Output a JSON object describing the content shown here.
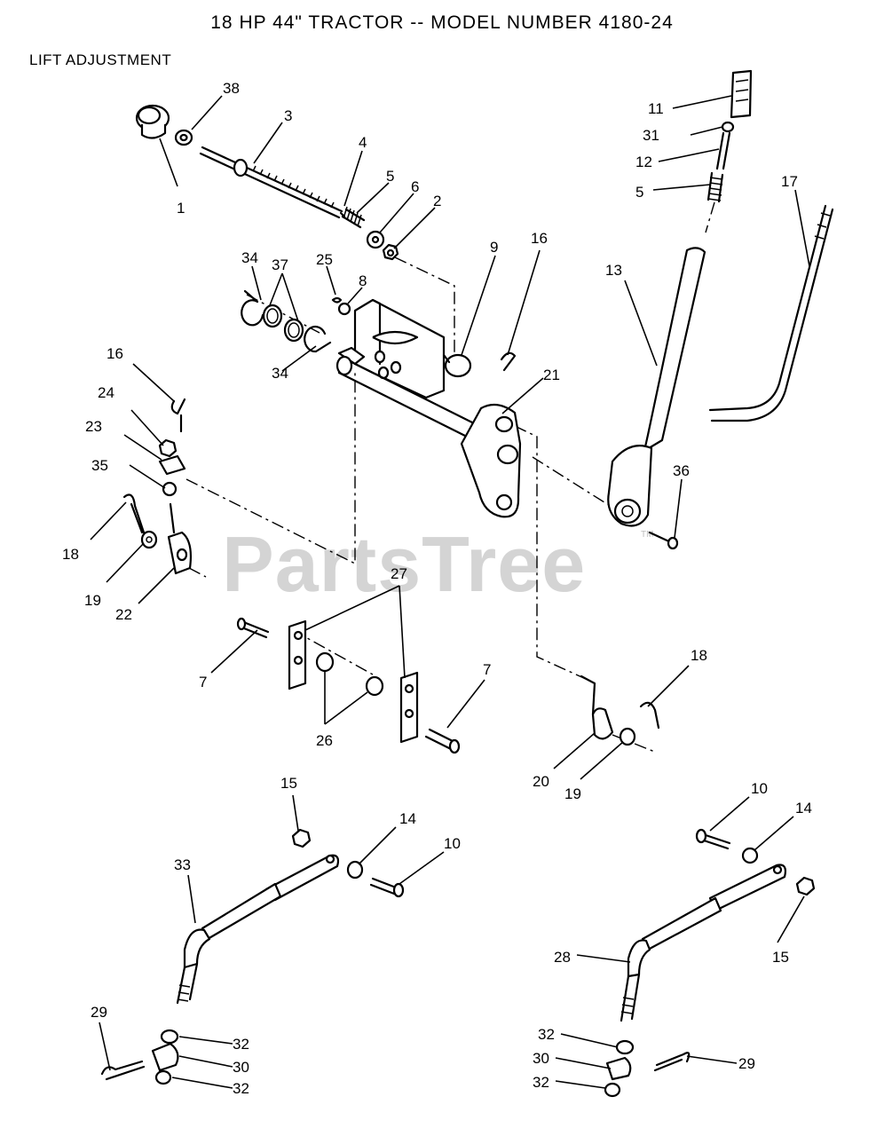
{
  "header": {
    "title": "18 HP 44\" TRACTOR -- MODEL NUMBER 4180-24",
    "section": "LIFT ADJUSTMENT"
  },
  "watermark": {
    "text": "PartsTree",
    "tm": "TM"
  },
  "callouts": [
    {
      "id": "c38",
      "text": "38"
    },
    {
      "id": "c3",
      "text": "3"
    },
    {
      "id": "c1",
      "text": "1"
    },
    {
      "id": "c4",
      "text": "4"
    },
    {
      "id": "c5a",
      "text": "5"
    },
    {
      "id": "c6",
      "text": "6"
    },
    {
      "id": "c2",
      "text": "2"
    },
    {
      "id": "c11",
      "text": "11"
    },
    {
      "id": "c31",
      "text": "31"
    },
    {
      "id": "c12",
      "text": "12"
    },
    {
      "id": "c5b",
      "text": "5"
    },
    {
      "id": "c17",
      "text": "17"
    },
    {
      "id": "c34a",
      "text": "34"
    },
    {
      "id": "c37",
      "text": "37"
    },
    {
      "id": "c25",
      "text": "25"
    },
    {
      "id": "c8",
      "text": "8"
    },
    {
      "id": "c9",
      "text": "9"
    },
    {
      "id": "c16a",
      "text": "16"
    },
    {
      "id": "c13",
      "text": "13"
    },
    {
      "id": "c34b",
      "text": "34"
    },
    {
      "id": "c21",
      "text": "21"
    },
    {
      "id": "c16b",
      "text": "16"
    },
    {
      "id": "c24",
      "text": "24"
    },
    {
      "id": "c23",
      "text": "23"
    },
    {
      "id": "c35",
      "text": "35"
    },
    {
      "id": "c36",
      "text": "36"
    },
    {
      "id": "c18a",
      "text": "18"
    },
    {
      "id": "c19a",
      "text": "19"
    },
    {
      "id": "c22",
      "text": "22"
    },
    {
      "id": "c27",
      "text": "27"
    },
    {
      "id": "c7a",
      "text": "7"
    },
    {
      "id": "c7b",
      "text": "7"
    },
    {
      "id": "c26",
      "text": "26"
    },
    {
      "id": "c18b",
      "text": "18"
    },
    {
      "id": "c20",
      "text": "20"
    },
    {
      "id": "c19b",
      "text": "19"
    },
    {
      "id": "c15a",
      "text": "15"
    },
    {
      "id": "c14a",
      "text": "14"
    },
    {
      "id": "c10a",
      "text": "10"
    },
    {
      "id": "c33",
      "text": "33"
    },
    {
      "id": "c10b",
      "text": "10"
    },
    {
      "id": "c14b",
      "text": "14"
    },
    {
      "id": "c15b",
      "text": "15"
    },
    {
      "id": "c28",
      "text": "28"
    },
    {
      "id": "c29a",
      "text": "29"
    },
    {
      "id": "c32a",
      "text": "32"
    },
    {
      "id": "c30a",
      "text": "30"
    },
    {
      "id": "c32b",
      "text": "32"
    },
    {
      "id": "c32c",
      "text": "32"
    },
    {
      "id": "c30b",
      "text": "30"
    },
    {
      "id": "c29b",
      "text": "29"
    },
    {
      "id": "c32d",
      "text": "32"
    }
  ]
}
